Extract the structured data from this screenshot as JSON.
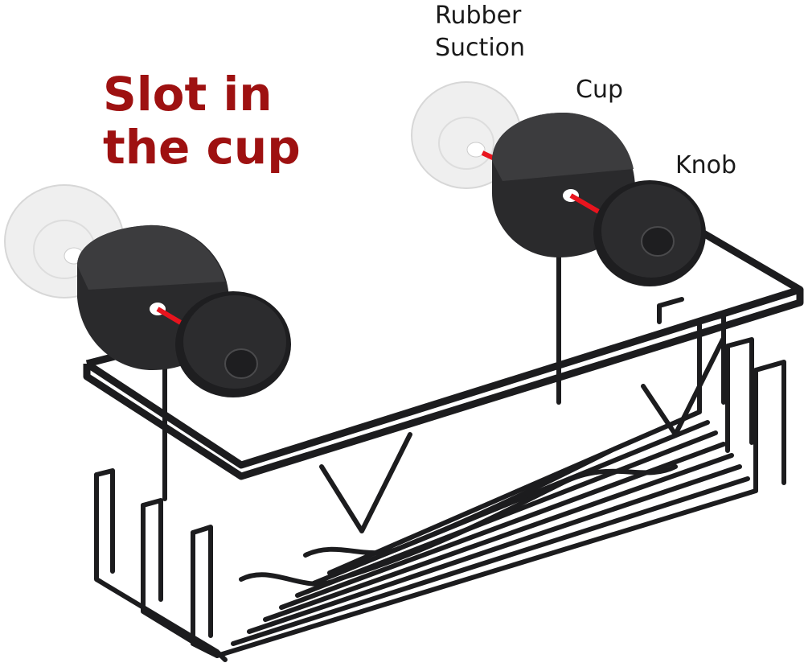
{
  "headline": {
    "line1": "Slot in",
    "line2": "the cup",
    "color": "#9e1111"
  },
  "callouts": {
    "rubber_line1": "Rubber",
    "rubber_line2": "Suction",
    "cup": "Cup",
    "knob": "Knob"
  },
  "colors": {
    "metal": "#1c1c1e",
    "cup_face": "#3a3a3c",
    "screw": "#e8141e",
    "suction": "#eeeeee"
  }
}
